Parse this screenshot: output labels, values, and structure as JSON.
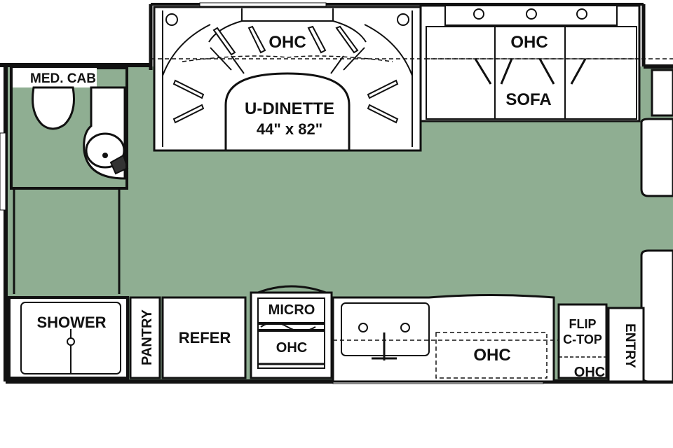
{
  "colors": {
    "floor": "#8fae92",
    "wall": "#111111",
    "fixture": "#ffffff"
  },
  "labels": {
    "med_cab": "MED. CAB",
    "ohc_dinette": "OHC",
    "dinette_line1": "U-DINETTE",
    "dinette_line2": "44\" x 82\"",
    "ohc_sofa": "OHC",
    "sofa": "SOFA",
    "shower": "SHOWER",
    "pantry": "PANTRY",
    "refer": "REFER",
    "micro": "MICRO",
    "ohc_micro": "OHC",
    "ohc_kitchen": "OHC",
    "flip_line1": "FLIP",
    "flip_line2": "C-TOP",
    "ohc_entry": "OHC",
    "entry": "ENTRY"
  }
}
